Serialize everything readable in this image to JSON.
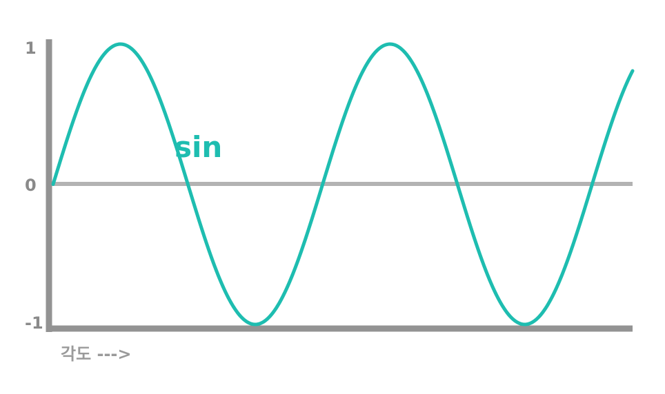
{
  "chart_data": {
    "type": "line",
    "title": "",
    "xlabel": "각도 --->",
    "ylabel": "",
    "ylim": [
      -1,
      1
    ],
    "yticks": [
      "1",
      "0",
      "-1"
    ],
    "ytick_values": [
      1,
      0,
      -1
    ],
    "grid": false,
    "series": [
      {
        "name": "sin",
        "function": "sin",
        "cycles": 2.15,
        "color": "#1ebdb0"
      }
    ],
    "colors": {
      "axis": "#939393",
      "zero_line": "#b3b3b3",
      "tick_text": "#8a8a8a"
    }
  }
}
